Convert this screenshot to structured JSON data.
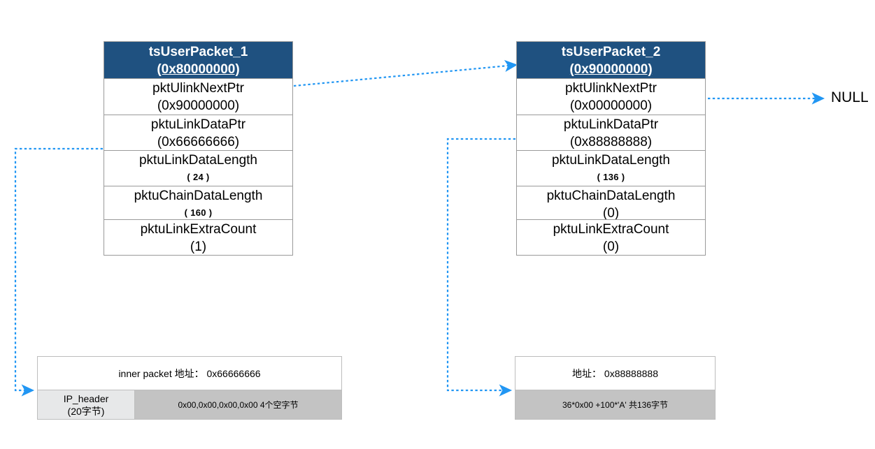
{
  "diagram": {
    "title": "tsUserPacket linked-list structure diagram",
    "accent_color": "#1F5180",
    "link_color": "#2196F3",
    "ip_header_fill": "#E7E8E9",
    "payload_fill": "#C3C3C3"
  },
  "packets": [
    {
      "header_name": "tsUserPacket_1",
      "header_addr": "(0x80000000)",
      "fields": [
        {
          "name": "pktUlinkNextPtr",
          "value": "(0x90000000)",
          "small": false
        },
        {
          "name": "pktuLinkDataPtr",
          "value": "(0x66666666)",
          "small": false
        },
        {
          "name": "pktuLinkDataLength",
          "value": "( 24 )",
          "small": true
        },
        {
          "name": "pktuChainDataLength",
          "value": "( 160   )",
          "small": true
        },
        {
          "name": "pktuLinkExtraCount",
          "value": "(1)",
          "small": false
        }
      ]
    },
    {
      "header_name": "tsUserPacket_2",
      "header_addr": "(0x90000000)",
      "fields": [
        {
          "name": "pktUlinkNextPtr",
          "value": "(0x00000000)",
          "small": false
        },
        {
          "name": "pktuLinkDataPtr",
          "value": "(0x88888888)",
          "small": false
        },
        {
          "name": "pktuLinkDataLength",
          "value": "( 136 )",
          "small": true
        },
        {
          "name": "pktuChainDataLength",
          "value": "(0)",
          "small": false
        },
        {
          "name": "pktuLinkExtraCount",
          "value": "(0)",
          "small": false
        }
      ]
    }
  ],
  "buffers": [
    {
      "title": "inner packet 地址： 0x66666666",
      "ip_header_label": "IP_header",
      "ip_header_size": "(20字节)",
      "payload_text": "0x00,0x00,0x00,0x00 4个空字节"
    },
    {
      "title": "地址： 0x88888888",
      "payload_text": "36*0x00 +100*'A' 共136字节"
    }
  ],
  "labels": {
    "null_terminator": "NULL"
  }
}
